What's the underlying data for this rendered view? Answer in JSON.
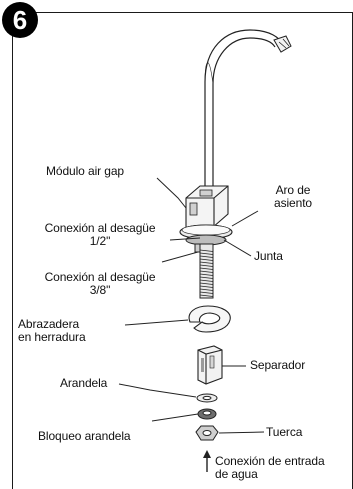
{
  "step_number": "6",
  "labels": {
    "air_gap": "Módulo air gap",
    "seat_ring_line1": "Aro de",
    "seat_ring_line2": "asiento",
    "drain_half_line1": "Conexión al desagüe",
    "drain_half_line2": "1/2\"",
    "gasket": "Junta",
    "drain_3_8_line1": "Conexión al desagüe",
    "drain_3_8_line2": "3/8\"",
    "horseshoe_line1": "Abrazadera",
    "horseshoe_line2": "en herradura",
    "separator": "Separador",
    "washer": "Arandela",
    "lock_washer": "Bloqueo arandela",
    "nut": "Tuerca",
    "inlet_line1": "Conexión de entrada",
    "inlet_line2": "de agua"
  },
  "colors": {
    "line": "#222222",
    "fill_light": "#f2f2f2",
    "fill_mid": "#cfcfcf",
    "fill_dark": "#8a8a8a"
  }
}
